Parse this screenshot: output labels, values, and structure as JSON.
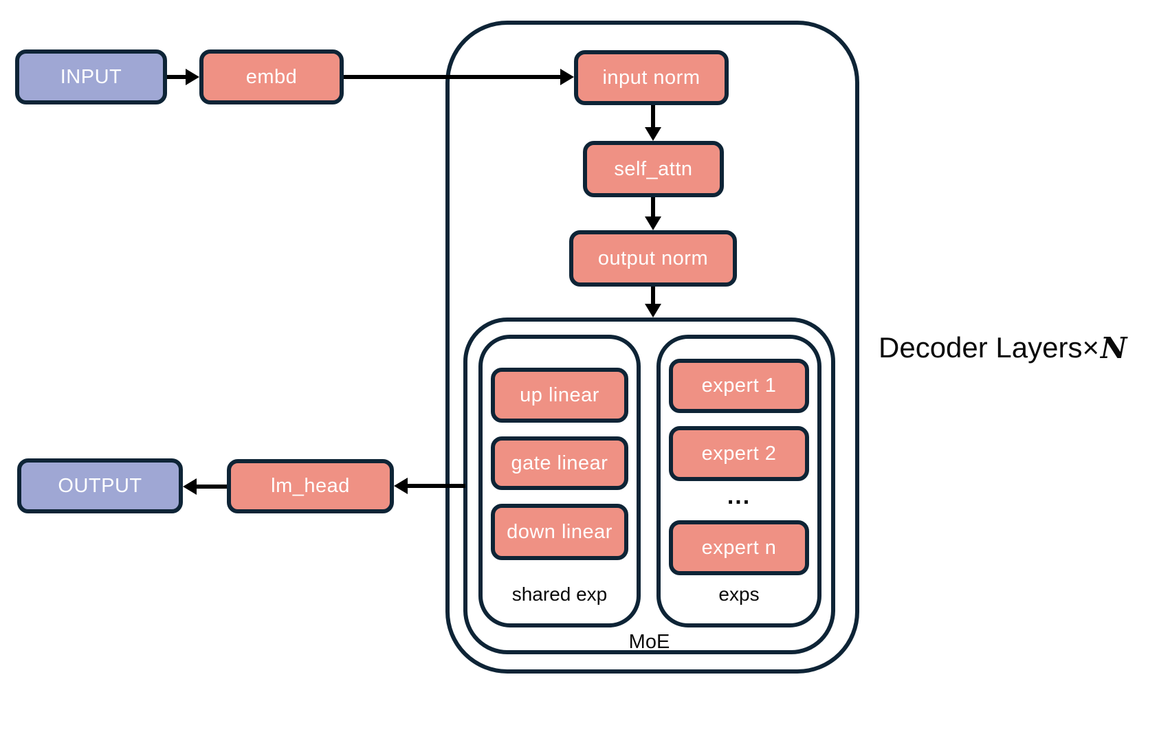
{
  "diagram": {
    "decoder_label": {
      "prefix": "Decoder Layers×",
      "n": "N"
    },
    "nodes": {
      "input": {
        "label": "INPUT"
      },
      "embd": {
        "label": "embd"
      },
      "input_norm": {
        "label": "input norm"
      },
      "self_attn": {
        "label": "self_attn"
      },
      "output_norm": {
        "label": "output norm"
      },
      "up_linear": {
        "label": "up linear"
      },
      "gate_linear": {
        "label": "gate linear"
      },
      "down_linear": {
        "label": "down linear"
      },
      "expert_1": {
        "label": "expert 1"
      },
      "expert_2": {
        "label": "expert 2"
      },
      "ellipsis": {
        "label": "..."
      },
      "expert_n": {
        "label": "expert n"
      },
      "lm_head": {
        "label": "lm_head"
      },
      "output": {
        "label": "OUTPUT"
      }
    },
    "containers": {
      "shared_exp": {
        "label": "shared exp"
      },
      "exps": {
        "label": "exps"
      },
      "moe": {
        "label": "MoE"
      }
    },
    "colors": {
      "node_fill": "#ef9184",
      "io_fill": "#9fa7d4",
      "border": "#0e2436",
      "arrow": "#000000",
      "background": "#ffffff",
      "label_on_fill": "#ffffff",
      "dark_text": "#0a0a0a"
    }
  }
}
